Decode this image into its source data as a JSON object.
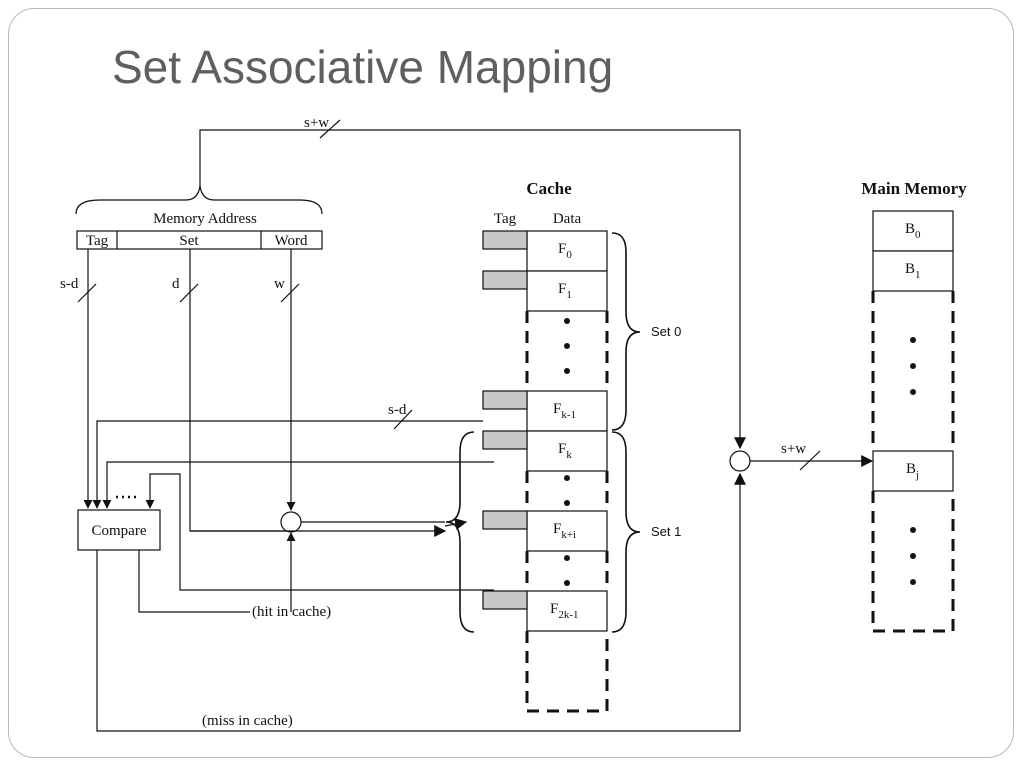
{
  "slide": {
    "title": "Set Associative Mapping"
  },
  "diagram": {
    "memory_address": {
      "label": "Memory Address",
      "fields": [
        "Tag",
        "Set",
        "Word"
      ]
    },
    "bus_labels": {
      "s_plus_w_top": "s+w",
      "s_minus_d": "s-d",
      "d": "d",
      "w": "w",
      "s_minus_d_tag": "s-d",
      "s_plus_w_main": "s+w"
    },
    "compare_label": "Compare",
    "hit_label": "(hit in cache)",
    "miss_label": "(miss in cache)",
    "cache": {
      "title": "Cache",
      "tag_header": "Tag",
      "data_header": "Data",
      "lines": [
        {
          "name": "F",
          "sub": "0"
        },
        {
          "name": "F",
          "sub": "1"
        },
        {
          "name": "F",
          "sub": "k-1"
        },
        {
          "name": "F",
          "sub": "k"
        },
        {
          "name": "F",
          "sub": "k+i"
        },
        {
          "name": "F",
          "sub": "2k-1"
        }
      ],
      "set_labels": [
        "Set 0",
        "Set 1"
      ]
    },
    "main_memory": {
      "title": "Main Memory",
      "blocks": [
        {
          "name": "B",
          "sub": "0"
        },
        {
          "name": "B",
          "sub": "1"
        },
        {
          "name": "B",
          "sub": "j"
        }
      ]
    }
  }
}
